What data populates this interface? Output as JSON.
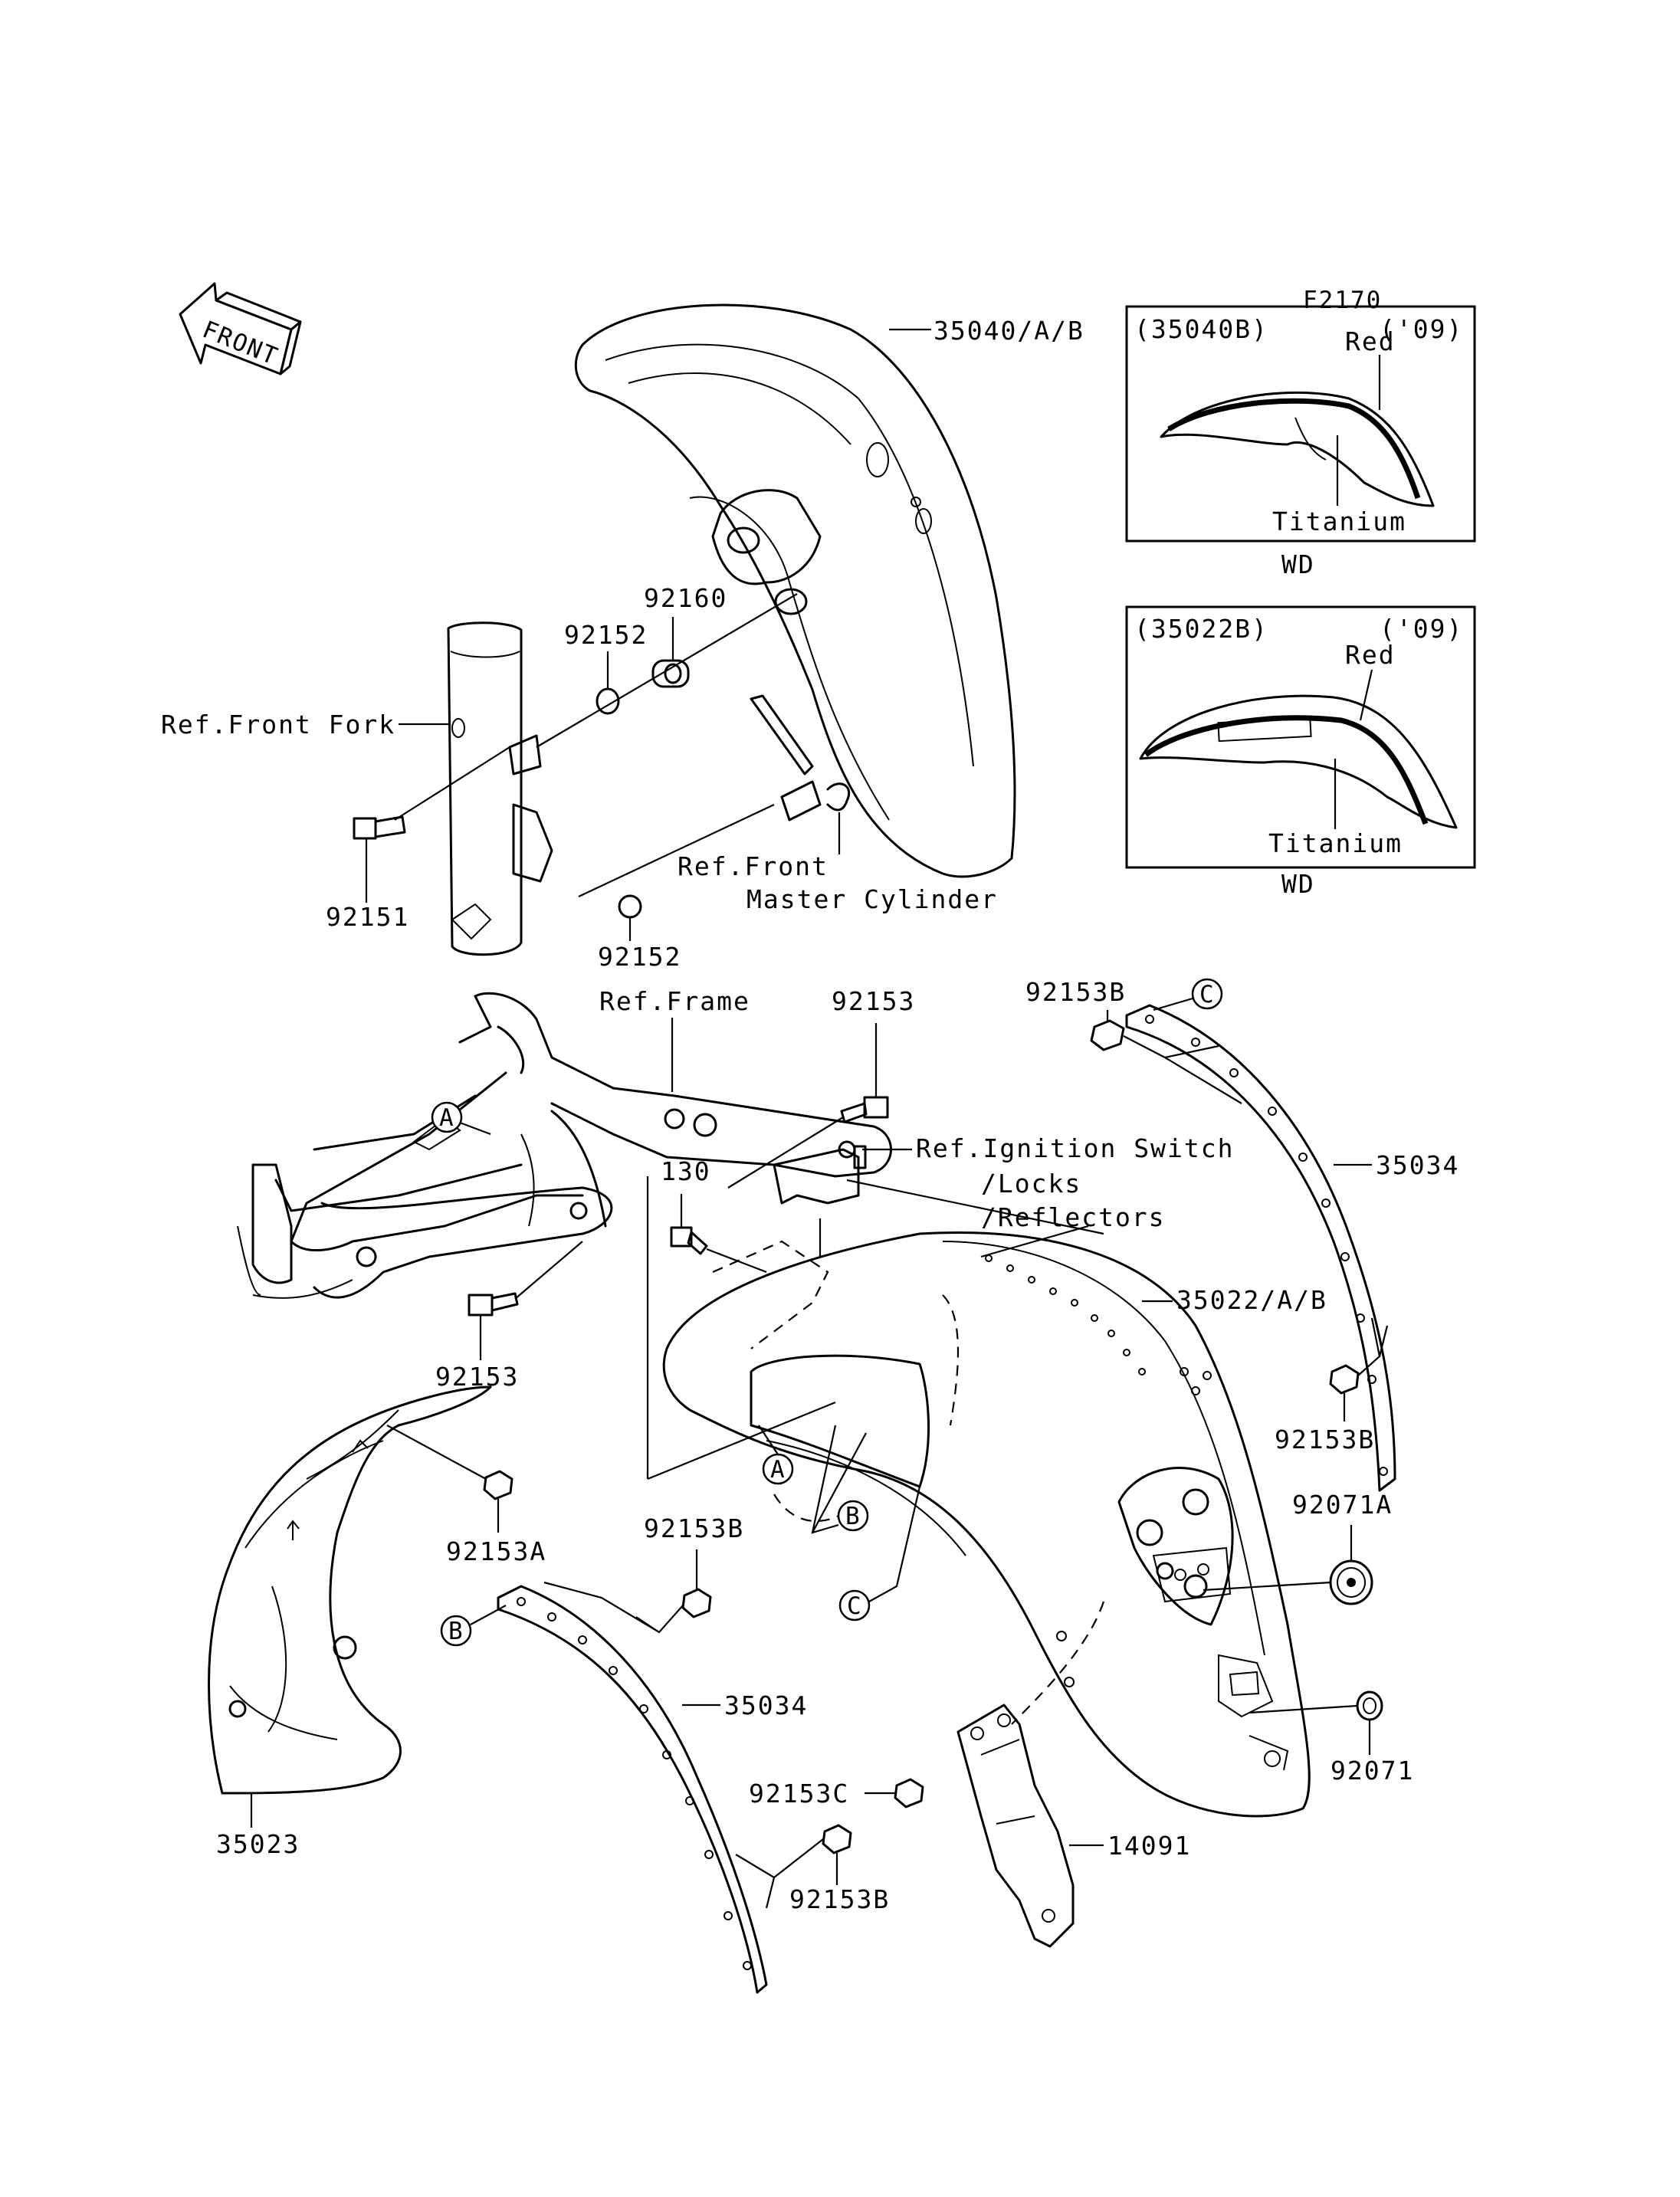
{
  "figure_code": "F2170",
  "front_badge": "FRONT",
  "labels": {
    "p35040": "35040/A/B",
    "p92160": "92160",
    "p92152a": "92152",
    "p92152b": "92152",
    "p92151": "92151",
    "ref_front_fork": "Ref.Front Fork",
    "ref_front_mc_1": "Ref.Front",
    "ref_front_mc_2": "Master Cylinder",
    "ref_frame": "Ref.Frame",
    "p92153a": "92153",
    "p92153b": "92153",
    "ref_ign_1": "Ref.Ignition Switch",
    "ref_ign_2": "/Locks",
    "ref_ign_3": "/Reflectors",
    "p130": "130",
    "p92153B_top": "92153B",
    "p35034_right": "35034",
    "p35022": "35022/A/B",
    "p92153B_right": "92153B",
    "p92071A": "92071A",
    "p92153A": "92153A",
    "p92153B_mid": "92153B",
    "p35034_left": "35034",
    "p92153C": "92153C",
    "p92153B_bot": "92153B",
    "p14091": "14091",
    "p92071": "92071",
    "p35023": "35023"
  },
  "markers": {
    "A1": "A",
    "A2": "A",
    "B1": "B",
    "B2": "B",
    "C1": "C",
    "C2": "C"
  },
  "insets": [
    {
      "part": "(35040B)",
      "year": "('09)",
      "color_top": "Red",
      "color_bottom": "Titanium",
      "caption": "WD"
    },
    {
      "part": "(35022B)",
      "year": "('09)",
      "color_top": "Red",
      "color_bottom": "Titanium",
      "caption": "WD"
    }
  ]
}
